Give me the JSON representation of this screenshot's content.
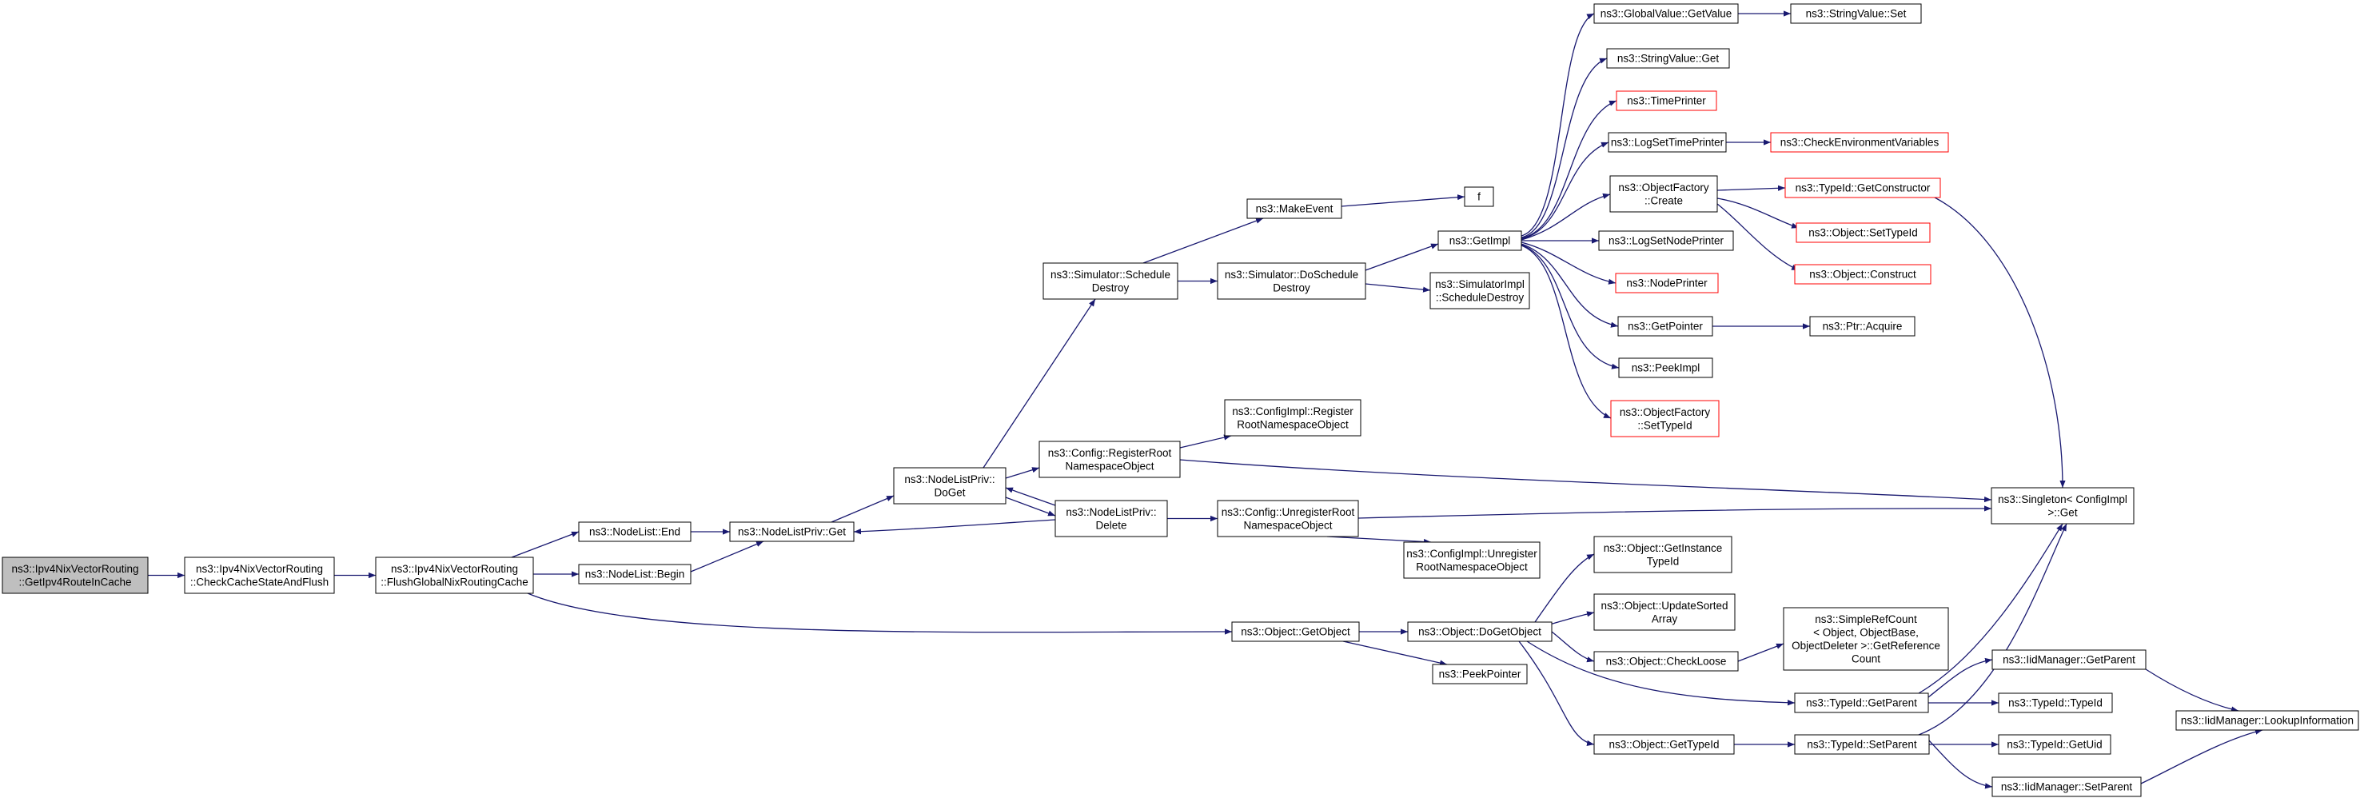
{
  "colors": {
    "edge": "#191970",
    "box_border": "#000000",
    "box_border_truncated": "#ff0000",
    "root_fill": "#bfbfbf",
    "box_fill": "#ffffff"
  },
  "nodes": [
    {
      "id": "getipv4routeincache",
      "lines": [
        "ns3::Ipv4NixVectorRouting",
        "::GetIpv4RouteInCache"
      ],
      "style": "root"
    },
    {
      "id": "checkcachestateandflush",
      "lines": [
        "ns3::Ipv4NixVectorRouting",
        "::CheckCacheStateAndFlush"
      ],
      "style": "normal"
    },
    {
      "id": "flushglobalnixroutingcache",
      "lines": [
        "ns3::Ipv4NixVectorRouting",
        "::FlushGlobalNixRoutingCache"
      ],
      "style": "normal"
    },
    {
      "id": "nodelist-end",
      "lines": [
        "ns3::NodeList::End"
      ],
      "style": "normal"
    },
    {
      "id": "nodelist-begin",
      "lines": [
        "ns3::NodeList::Begin"
      ],
      "style": "normal"
    },
    {
      "id": "nodelistpriv-get",
      "lines": [
        "ns3::NodeListPriv::Get"
      ],
      "style": "normal"
    },
    {
      "id": "nodelistpriv-doget",
      "lines": [
        "ns3::NodeListPriv::",
        "DoGet"
      ],
      "style": "normal"
    },
    {
      "id": "nodelistpriv-delete",
      "lines": [
        "ns3::NodeListPriv::",
        "Delete"
      ],
      "style": "normal"
    },
    {
      "id": "simulator-scheduledestroy",
      "lines": [
        "ns3::Simulator::Schedule",
        "Destroy"
      ],
      "style": "normal"
    },
    {
      "id": "config-registerroot",
      "lines": [
        "ns3::Config::RegisterRoot",
        "NamespaceObject"
      ],
      "style": "normal"
    },
    {
      "id": "config-unregisterroot",
      "lines": [
        "ns3::Config::UnregisterRoot",
        "NamespaceObject"
      ],
      "style": "normal"
    },
    {
      "id": "makeevent",
      "lines": [
        "ns3::MakeEvent"
      ],
      "style": "normal"
    },
    {
      "id": "f",
      "lines": [
        "f"
      ],
      "style": "normal"
    },
    {
      "id": "simulator-doscheduledestroy",
      "lines": [
        "ns3::Simulator::DoSchedule",
        "Destroy"
      ],
      "style": "normal"
    },
    {
      "id": "simulatorimpl-scheduledestroy",
      "lines": [
        "ns3::SimulatorImpl",
        "::ScheduleDestroy"
      ],
      "style": "normal"
    },
    {
      "id": "getimpl",
      "lines": [
        "ns3::GetImpl"
      ],
      "style": "normal"
    },
    {
      "id": "configimpl-register",
      "lines": [
        "ns3::ConfigImpl::Register",
        "RootNamespaceObject"
      ],
      "style": "normal"
    },
    {
      "id": "configimpl-unregister",
      "lines": [
        "ns3::ConfigImpl::Unregister",
        "RootNamespaceObject"
      ],
      "style": "normal"
    },
    {
      "id": "globalvalue-getvalue",
      "lines": [
        "ns3::GlobalValue::GetValue"
      ],
      "style": "normal"
    },
    {
      "id": "stringvalue-set",
      "lines": [
        "ns3::StringValue::Set"
      ],
      "style": "normal"
    },
    {
      "id": "stringvalue-get",
      "lines": [
        "ns3::StringValue::Get"
      ],
      "style": "normal"
    },
    {
      "id": "timeprinter",
      "lines": [
        "ns3::TimePrinter"
      ],
      "style": "truncated"
    },
    {
      "id": "logsettimeprinter",
      "lines": [
        "ns3::LogSetTimePrinter"
      ],
      "style": "normal"
    },
    {
      "id": "checkenvironmentvariables",
      "lines": [
        "ns3::CheckEnvironmentVariables"
      ],
      "style": "truncated"
    },
    {
      "id": "objectfactory-create",
      "lines": [
        "ns3::ObjectFactory",
        "::Create"
      ],
      "style": "normal"
    },
    {
      "id": "typeid-getconstructor",
      "lines": [
        "ns3::TypeId::GetConstructor"
      ],
      "style": "truncated"
    },
    {
      "id": "object-settypeid",
      "lines": [
        "ns3::Object::SetTypeId"
      ],
      "style": "truncated"
    },
    {
      "id": "object-construct",
      "lines": [
        "ns3::Object::Construct"
      ],
      "style": "truncated"
    },
    {
      "id": "logsetnodeprinter",
      "lines": [
        "ns3::LogSetNodePrinter"
      ],
      "style": "normal"
    },
    {
      "id": "nodeprinter",
      "lines": [
        "ns3::NodePrinter"
      ],
      "style": "truncated"
    },
    {
      "id": "getpointer",
      "lines": [
        "ns3::GetPointer"
      ],
      "style": "normal"
    },
    {
      "id": "ptr-acquire",
      "lines": [
        "ns3::Ptr::Acquire"
      ],
      "style": "normal"
    },
    {
      "id": "peekimpl",
      "lines": [
        "ns3::PeekImpl"
      ],
      "style": "normal"
    },
    {
      "id": "objectfactory-settypeid",
      "lines": [
        "ns3::ObjectFactory",
        "::SetTypeId"
      ],
      "style": "truncated"
    },
    {
      "id": "singleton-get",
      "lines": [
        "ns3::Singleton< ConfigImpl",
        ">::Get"
      ],
      "style": "normal"
    },
    {
      "id": "object-getobject",
      "lines": [
        "ns3::Object::GetObject"
      ],
      "style": "normal"
    },
    {
      "id": "object-dogetobject",
      "lines": [
        "ns3::Object::DoGetObject"
      ],
      "style": "normal"
    },
    {
      "id": "peekpointer",
      "lines": [
        "ns3::PeekPointer"
      ],
      "style": "normal"
    },
    {
      "id": "object-getinstancetypeid",
      "lines": [
        "ns3::Object::GetInstance",
        "TypeId"
      ],
      "style": "normal"
    },
    {
      "id": "object-updatesortedarray",
      "lines": [
        "ns3::Object::UpdateSorted",
        "Array"
      ],
      "style": "normal"
    },
    {
      "id": "object-checkloose",
      "lines": [
        "ns3::Object::CheckLoose"
      ],
      "style": "normal"
    },
    {
      "id": "simplerefcount-getreferencecount",
      "lines": [
        "ns3::SimpleRefCount",
        "< Object, ObjectBase,",
        "ObjectDeleter >::GetReference",
        "Count"
      ],
      "style": "normal"
    },
    {
      "id": "object-gettypeid",
      "lines": [
        "ns3::Object::GetTypeId"
      ],
      "style": "normal"
    },
    {
      "id": "typeid-getparent",
      "lines": [
        "ns3::TypeId::GetParent"
      ],
      "style": "normal"
    },
    {
      "id": "typeid-setparent",
      "lines": [
        "ns3::TypeId::SetParent"
      ],
      "style": "normal"
    },
    {
      "id": "iidmanager-getparent",
      "lines": [
        "ns3::IidManager::GetParent"
      ],
      "style": "normal"
    },
    {
      "id": "typeid-typeid",
      "lines": [
        "ns3::TypeId::TypeId"
      ],
      "style": "normal"
    },
    {
      "id": "typeid-getuid",
      "lines": [
        "ns3::TypeId::GetUid"
      ],
      "style": "normal"
    },
    {
      "id": "iidmanager-setparent",
      "lines": [
        "ns3::IidManager::SetParent"
      ],
      "style": "normal"
    },
    {
      "id": "iidmanager-lookupinformation",
      "lines": [
        "ns3::IidManager::LookupInformation"
      ],
      "style": "normal"
    }
  ],
  "edges": [
    {
      "from": "getipv4routeincache",
      "to": "checkcachestateandflush"
    },
    {
      "from": "checkcachestateandflush",
      "to": "flushglobalnixroutingcache"
    },
    {
      "from": "flushglobalnixroutingcache",
      "to": "nodelist-end"
    },
    {
      "from": "flushglobalnixroutingcache",
      "to": "nodelist-begin"
    },
    {
      "from": "flushglobalnixroutingcache",
      "to": "object-getobject"
    },
    {
      "from": "nodelist-end",
      "to": "nodelistpriv-get"
    },
    {
      "from": "nodelist-begin",
      "to": "nodelistpriv-get"
    },
    {
      "from": "nodelistpriv-get",
      "to": "nodelistpriv-doget"
    },
    {
      "from": "nodelistpriv-doget",
      "to": "simulator-scheduledestroy"
    },
    {
      "from": "nodelistpriv-doget",
      "to": "config-registerroot"
    },
    {
      "from": "nodelistpriv-doget",
      "to": "nodelistpriv-delete"
    },
    {
      "from": "nodelistpriv-delete",
      "to": "nodelistpriv-doget"
    },
    {
      "from": "nodelistpriv-delete",
      "to": "nodelistpriv-get"
    },
    {
      "from": "nodelistpriv-delete",
      "to": "config-unregisterroot"
    },
    {
      "from": "simulator-scheduledestroy",
      "to": "makeevent"
    },
    {
      "from": "simulator-scheduledestroy",
      "to": "simulator-doscheduledestroy"
    },
    {
      "from": "makeevent",
      "to": "f"
    },
    {
      "from": "simulator-doscheduledestroy",
      "to": "getimpl"
    },
    {
      "from": "simulator-doscheduledestroy",
      "to": "simulatorimpl-scheduledestroy"
    },
    {
      "from": "config-registerroot",
      "to": "configimpl-register"
    },
    {
      "from": "config-registerroot",
      "to": "singleton-get"
    },
    {
      "from": "config-unregisterroot",
      "to": "configimpl-unregister"
    },
    {
      "from": "config-unregisterroot",
      "to": "singleton-get"
    },
    {
      "from": "getimpl",
      "to": "globalvalue-getvalue"
    },
    {
      "from": "getimpl",
      "to": "stringvalue-get"
    },
    {
      "from": "getimpl",
      "to": "timeprinter"
    },
    {
      "from": "getimpl",
      "to": "logsettimeprinter"
    },
    {
      "from": "getimpl",
      "to": "objectfactory-create"
    },
    {
      "from": "getimpl",
      "to": "logsetnodeprinter"
    },
    {
      "from": "getimpl",
      "to": "nodeprinter"
    },
    {
      "from": "getimpl",
      "to": "getpointer"
    },
    {
      "from": "getimpl",
      "to": "peekimpl"
    },
    {
      "from": "getimpl",
      "to": "objectfactory-settypeid"
    },
    {
      "from": "globalvalue-getvalue",
      "to": "stringvalue-set"
    },
    {
      "from": "logsettimeprinter",
      "to": "checkenvironmentvariables"
    },
    {
      "from": "objectfactory-create",
      "to": "typeid-getconstructor"
    },
    {
      "from": "objectfactory-create",
      "to": "object-settypeid"
    },
    {
      "from": "objectfactory-create",
      "to": "object-construct"
    },
    {
      "from": "typeid-getconstructor",
      "to": "singleton-get"
    },
    {
      "from": "getpointer",
      "to": "ptr-acquire"
    },
    {
      "from": "object-getobject",
      "to": "object-dogetobject"
    },
    {
      "from": "object-getobject",
      "to": "peekpointer"
    },
    {
      "from": "object-dogetobject",
      "to": "object-getinstancetypeid"
    },
    {
      "from": "object-dogetobject",
      "to": "object-updatesortedarray"
    },
    {
      "from": "object-dogetobject",
      "to": "object-checkloose"
    },
    {
      "from": "object-dogetobject",
      "to": "typeid-getparent"
    },
    {
      "from": "object-dogetobject",
      "to": "object-gettypeid"
    },
    {
      "from": "object-checkloose",
      "to": "simplerefcount-getreferencecount"
    },
    {
      "from": "object-gettypeid",
      "to": "typeid-setparent"
    },
    {
      "from": "typeid-getparent",
      "to": "singleton-get"
    },
    {
      "from": "typeid-getparent",
      "to": "iidmanager-getparent"
    },
    {
      "from": "typeid-getparent",
      "to": "typeid-typeid"
    },
    {
      "from": "typeid-setparent",
      "to": "singleton-get"
    },
    {
      "from": "typeid-setparent",
      "to": "typeid-getuid"
    },
    {
      "from": "typeid-setparent",
      "to": "iidmanager-setparent"
    },
    {
      "from": "iidmanager-getparent",
      "to": "iidmanager-lookupinformation"
    },
    {
      "from": "iidmanager-setparent",
      "to": "iidmanager-lookupinformation"
    }
  ]
}
